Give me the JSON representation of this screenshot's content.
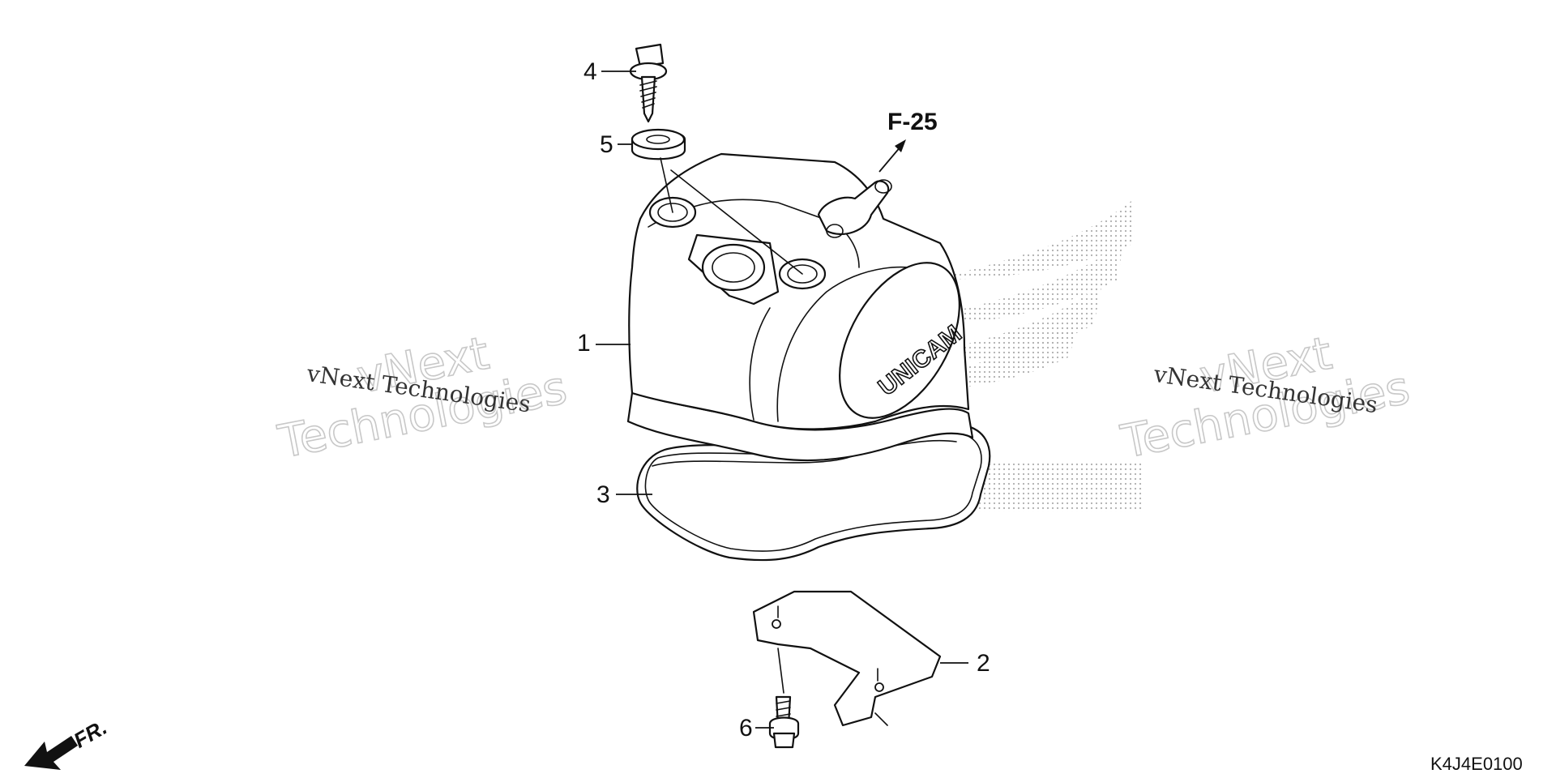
{
  "diagram": {
    "callouts": [
      {
        "id": "1",
        "label": "1"
      },
      {
        "id": "2",
        "label": "2"
      },
      {
        "id": "3",
        "label": "3"
      },
      {
        "id": "4",
        "label": "4"
      },
      {
        "id": "5",
        "label": "5"
      },
      {
        "id": "6",
        "label": "6"
      }
    ],
    "reference": "F-25",
    "logo_text": "UNICAM",
    "front_indicator": "FR.",
    "diagram_code": "K4J4E0100",
    "watermark": {
      "line_small": "vNext Technologies",
      "line_big_1": "vNext",
      "line_big_2": "Technologies"
    }
  }
}
